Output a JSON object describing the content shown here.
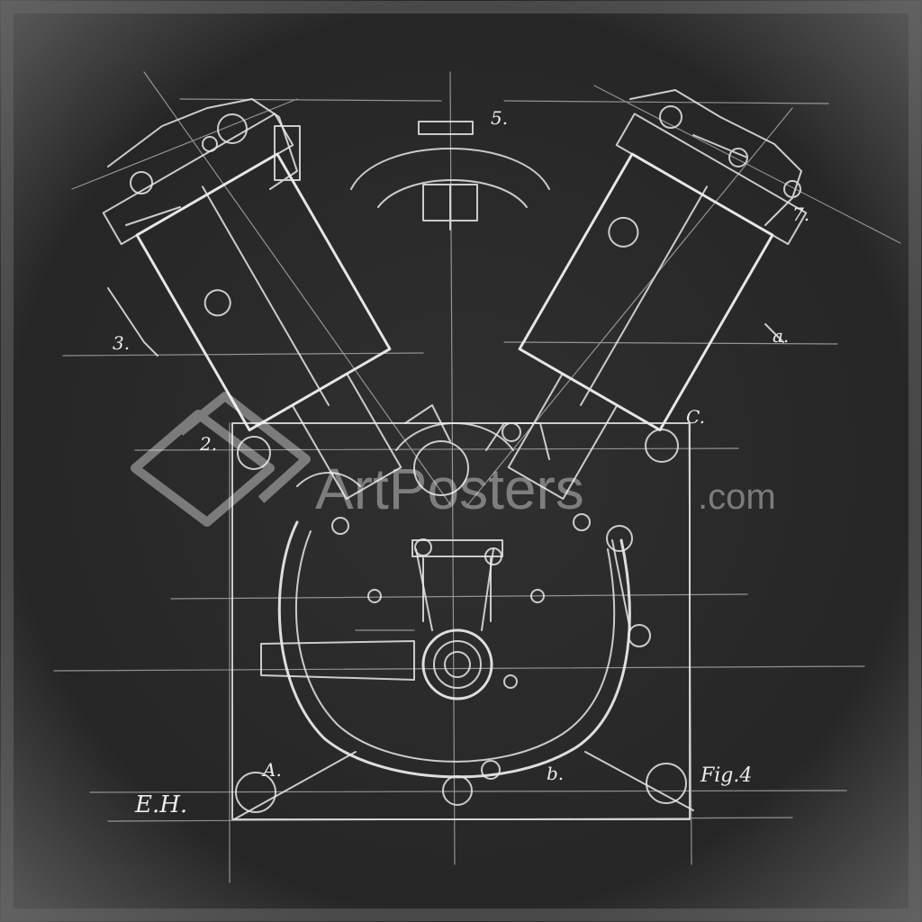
{
  "labels": {
    "part_5": "5.",
    "part_7": "7.",
    "part_3": "3.",
    "part_a_lower": "a.",
    "part_c": "C.",
    "part_2": "2.",
    "part_A": "A.",
    "part_b": "b.",
    "figure": "Fig.4",
    "initials": "E.H."
  },
  "watermark": {
    "brand": "ArtPosters",
    "suffix": ".com"
  },
  "colors": {
    "background": "#2a2a2a",
    "chalk": "#e8e8e8"
  }
}
